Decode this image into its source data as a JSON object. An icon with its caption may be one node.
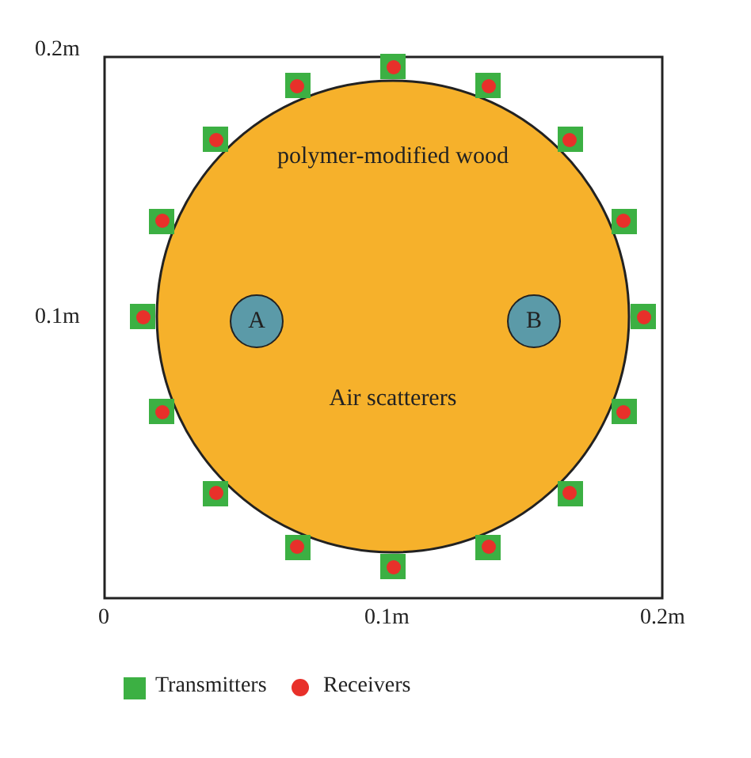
{
  "diagram": {
    "nodes": [
      {
        "text": [
          "polymer-modified wood",
          "Air scatterers"
        ]
      },
      {
        "text": [
          "A"
        ],
        "in": 0
      },
      {
        "text": [
          "B"
        ],
        "in": 0
      },
      {
        "text": [],
        "shape": "box"
      },
      {
        "text": [],
        "shape": "box"
      },
      {
        "text": [],
        "shape": "box"
      },
      {
        "text": [],
        "shape": "box"
      },
      {
        "text": [],
        "shape": "box"
      },
      {
        "text": [],
        "shape": "box"
      },
      {
        "text": [],
        "shape": "box"
      },
      {
        "text": [],
        "shape": "box"
      },
      {
        "text": [],
        "shape": "box"
      },
      {
        "text": [],
        "shape": "box"
      },
      {
        "text": [],
        "shape": "box"
      },
      {
        "text": [],
        "shape": "box"
      },
      {
        "text": [],
        "shape": "box"
      },
      {
        "text": [],
        "shape": "box"
      },
      {
        "text": [],
        "shape": "box"
      },
      {
        "text": [],
        "shape": "box"
      }
    ],
    "edges": [],
    "labels": [
      "0.2m",
      "0.1m",
      "0",
      "0.1m",
      "0.2m"
    ],
    "legend": [
      {
        "text": "Transmitters",
        "color": "#3cb043"
      },
      {
        "text": "Receivers",
        "color": "#e8302a"
      }
    ]
  }
}
